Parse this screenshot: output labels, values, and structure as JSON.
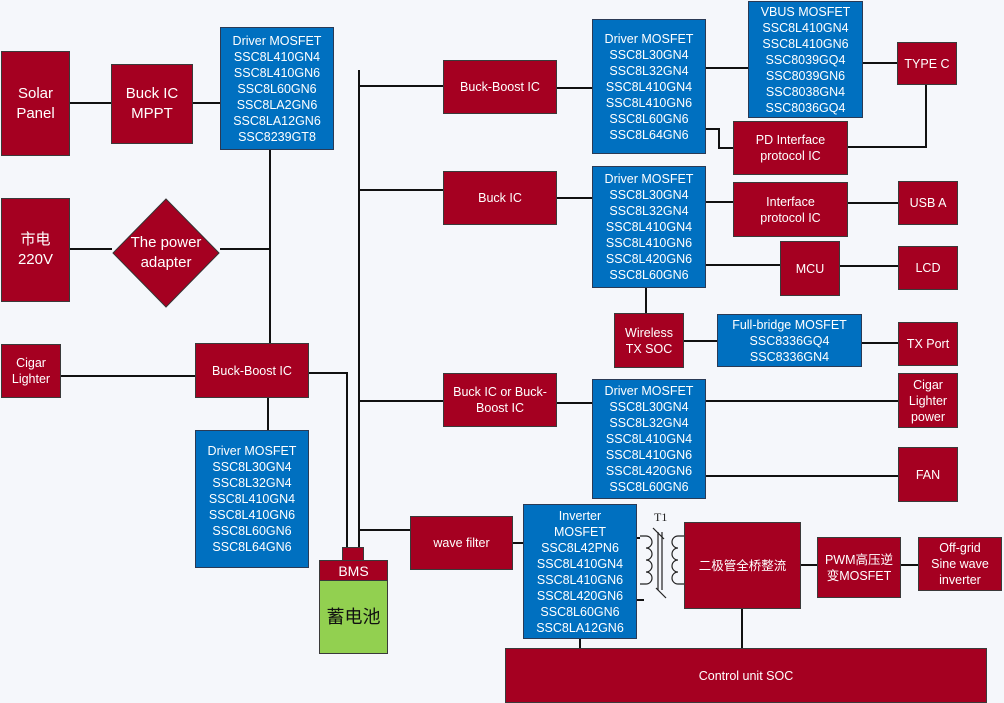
{
  "diagram": {
    "colors": {
      "ic_block": "#a50021",
      "mosfet_block": "#0070c0",
      "battery": "#92d050",
      "line": "#111111",
      "background": "#f5f7fb"
    },
    "inputs": {
      "solar_panel": [
        "Solar",
        "Panel"
      ],
      "mains": [
        "市电",
        "220V"
      ],
      "cigar_lighter": [
        "Cigar",
        "Lighter"
      ]
    },
    "buck_ic_mppt": [
      "Buck IC",
      "MPPT"
    ],
    "power_adapter": [
      "The power",
      "adapter"
    ],
    "left_buck_boost": "Buck-Boost IC",
    "solar_driver_mosfet": [
      "Driver MOSFET",
      "SSC8L410GN4",
      "SSC8L410GN6",
      "SSC8L60GN6",
      "SSC8LA2GN6",
      "SSC8LA12GN6",
      "SSC8239GT8"
    ],
    "left_driver_mosfet": [
      "Driver MOSFET",
      "SSC8L30GN4",
      "SSC8L32GN4",
      "SSC8L410GN4",
      "SSC8L410GN6",
      "SSC8L60GN6",
      "SSC8L64GN6"
    ],
    "battery": {
      "bms": "BMS",
      "label": "蓄电池"
    },
    "branch1": {
      "ic": "Buck-Boost IC",
      "mosfet": [
        "Driver MOSFET",
        "SSC8L30GN4",
        "SSC8L32GN4",
        "SSC8L410GN4",
        "SSC8L410GN6",
        "SSC8L60GN6",
        "SSC8L64GN6"
      ],
      "vbus_mosfet": [
        "VBUS MOSFET",
        "SSC8L410GN4",
        "SSC8L410GN6",
        "SSC8039GQ4",
        "SSC8039GN6",
        "SSC8038GN4",
        "SSC8036GQ4"
      ],
      "pd_ic": [
        "PD Interface",
        "protocol IC"
      ],
      "output": "TYPE C"
    },
    "branch2": {
      "ic": "Buck IC",
      "mosfet": [
        "Driver MOSFET",
        "SSC8L30GN4",
        "SSC8L32GN4",
        "SSC8L410GN4",
        "SSC8L410GN6",
        "SSC8L420GN6",
        "SSC8L60GN6"
      ],
      "interface_ic": [
        "Interface",
        "protocol IC"
      ],
      "usb": "USB A",
      "mcu": "MCU",
      "lcd": "LCD",
      "wireless": [
        "Wireless",
        "TX SOC"
      ],
      "full_bridge": [
        "Full-bridge MOSFET",
        "SSC8336GQ4",
        "SSC8336GN4"
      ],
      "tx_port": "TX Port"
    },
    "branch3": {
      "ic": [
        "Buck IC or Buck-",
        "Boost IC"
      ],
      "mosfet": [
        "Driver MOSFET",
        "SSC8L30GN4",
        "SSC8L32GN4",
        "SSC8L410GN4",
        "SSC8L410GN6",
        "SSC8L420GN6",
        "SSC8L60GN6"
      ],
      "cigar_power": [
        "Cigar",
        "Lighter",
        "power"
      ],
      "fan": "FAN"
    },
    "branch4": {
      "filter": "wave filter",
      "inverter_mosfet": [
        "Inverter",
        "MOSFET",
        "SSC8L42PN6",
        "SSC8L410GN4",
        "SSC8L410GN6",
        "SSC8L420GN6",
        "SSC8L60GN6",
        "SSC8LA12GN6"
      ],
      "transformer": "T1",
      "rectifier": "二极管全桥整流",
      "pwm": [
        "PWM高压逆",
        "变MOSFET"
      ],
      "offgrid": [
        "Off-grid",
        "Sine wave",
        "inverter"
      ],
      "control": "Control unit SOC"
    }
  }
}
